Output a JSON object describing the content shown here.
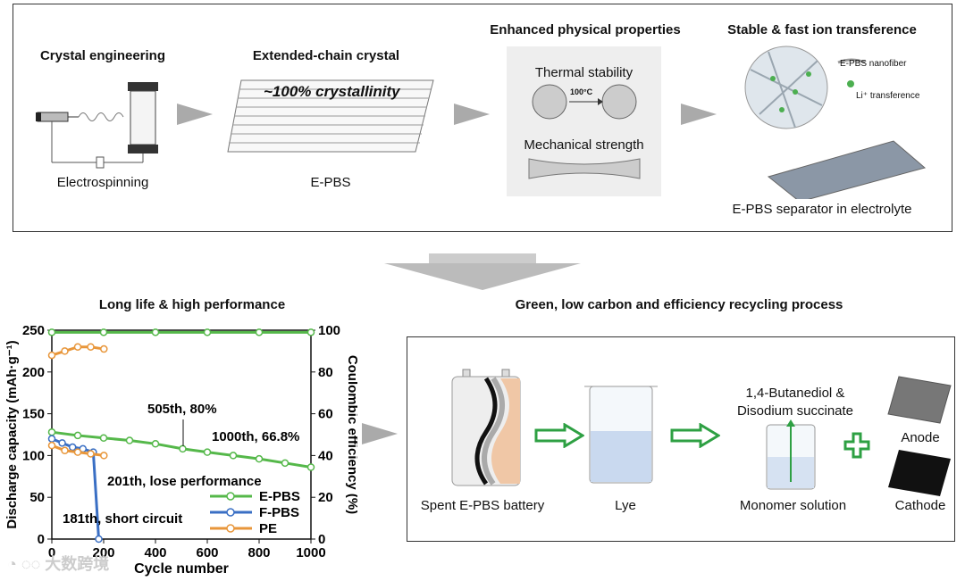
{
  "top": {
    "crystal_engineering": "Crystal engineering",
    "electrospinning": "Electrospinning",
    "extended_chain": "Extended-chain crystal",
    "crystallinity": "~100% crystallinity",
    "epbs": "E-PBS",
    "enhanced": "Enhanced physical properties",
    "thermal": "Thermal stability",
    "temp": "100°C",
    "mechanical": "Mechanical strength",
    "stable": "Stable & fast ion transference",
    "nanofiber": "E-PBS nanofiber",
    "li": "Li⁺ transference",
    "separator": "E-PBS separator in electrolyte"
  },
  "bottom": {
    "long_life": "Long life & high performance",
    "recycling_title": "Green, low carbon and efficiency recycling process",
    "spent": "Spent E-PBS battery",
    "lye": "Lye",
    "monomer_title_1": "1,4-Butanediol &",
    "monomer_title_2": "Disodium succinate",
    "monomer": "Monomer solution",
    "anode": "Anode",
    "cathode": "Cathode",
    "watermark": "大数跨境"
  },
  "colors": {
    "epbs": "#55b84a",
    "fpbs": "#3a6fc4",
    "pe": "#e8963a",
    "arrow_green": "#2ea043",
    "gray_arrow": "#999999"
  },
  "chart_data": {
    "type": "line",
    "xlabel": "Cycle number",
    "ylabel": "Discharge capacity (mAh·g⁻¹)",
    "ylabel2": "Coulombic efficiency (%)",
    "xlim": [
      0,
      1000
    ],
    "ylim": [
      0,
      250
    ],
    "y2lim": [
      0,
      100
    ],
    "xticks": [
      "0",
      "200",
      "400",
      "600",
      "800",
      "1000"
    ],
    "yticks": [
      "0",
      "50",
      "100",
      "150",
      "200",
      "250"
    ],
    "y2ticks": [
      "0",
      "20",
      "40",
      "60",
      "80",
      "100"
    ],
    "legend": [
      "E-PBS",
      "F-PBS",
      "PE"
    ],
    "legend_position": "bottom-right",
    "series": [
      {
        "name": "E-PBS",
        "axis": "left",
        "x": [
          0,
          100,
          200,
          300,
          400,
          505,
          600,
          700,
          800,
          900,
          1000
        ],
        "values": [
          128,
          124,
          121,
          118,
          114,
          108,
          104,
          100,
          96,
          91,
          86
        ]
      },
      {
        "name": "E-PBS",
        "axis": "right",
        "x": [
          0,
          200,
          400,
          600,
          800,
          1000
        ],
        "values": [
          99,
          99,
          99,
          99,
          99,
          99
        ]
      },
      {
        "name": "F-PBS",
        "axis": "left",
        "x": [
          0,
          40,
          80,
          120,
          160,
          181
        ],
        "values": [
          120,
          115,
          110,
          108,
          104,
          0
        ]
      },
      {
        "name": "PE",
        "axis": "left",
        "x": [
          0,
          50,
          100,
          150,
          201
        ],
        "values": [
          112,
          106,
          104,
          102,
          100
        ]
      },
      {
        "name": "PE",
        "axis": "right",
        "x": [
          0,
          50,
          100,
          150,
          201
        ],
        "values": [
          88,
          90,
          92,
          92,
          91
        ]
      }
    ],
    "annotations": [
      {
        "text": "505th, 80%"
      },
      {
        "text": "1000th, 66.8%"
      },
      {
        "text": "201th, lose performance"
      },
      {
        "text": "181th, short circuit"
      }
    ]
  }
}
